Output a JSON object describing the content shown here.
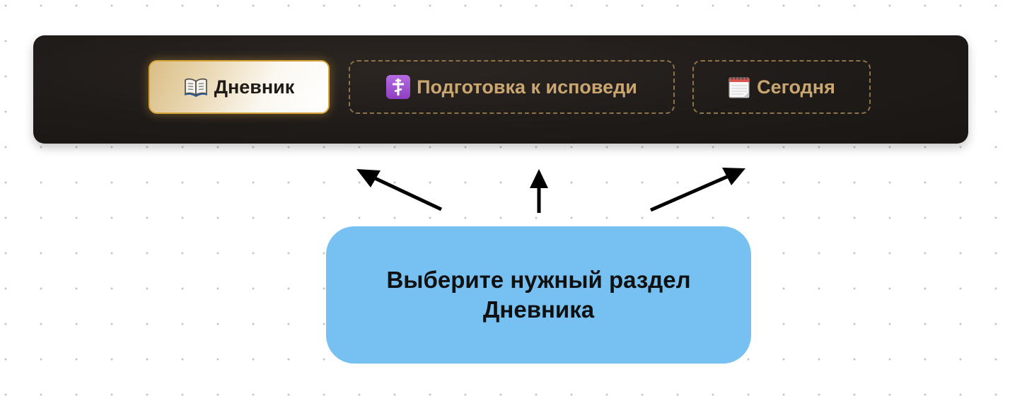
{
  "nav": {
    "tabs": [
      {
        "label": "Дневник",
        "icon": "open-book-icon",
        "active": true
      },
      {
        "label": "Подготовка к исповеди",
        "icon": "orthodox-cross-icon",
        "active": false
      },
      {
        "label": "Сегодня",
        "icon": "calendar-icon",
        "active": false
      }
    ]
  },
  "callout": {
    "line1": "Выберите нужный раздел",
    "line2": "Дневника"
  },
  "colors": {
    "nav_background": "#1f1b19",
    "active_tab_border": "#d7a43c",
    "inactive_tab_text": "#caa670",
    "callout_background": "#76c1f1"
  }
}
